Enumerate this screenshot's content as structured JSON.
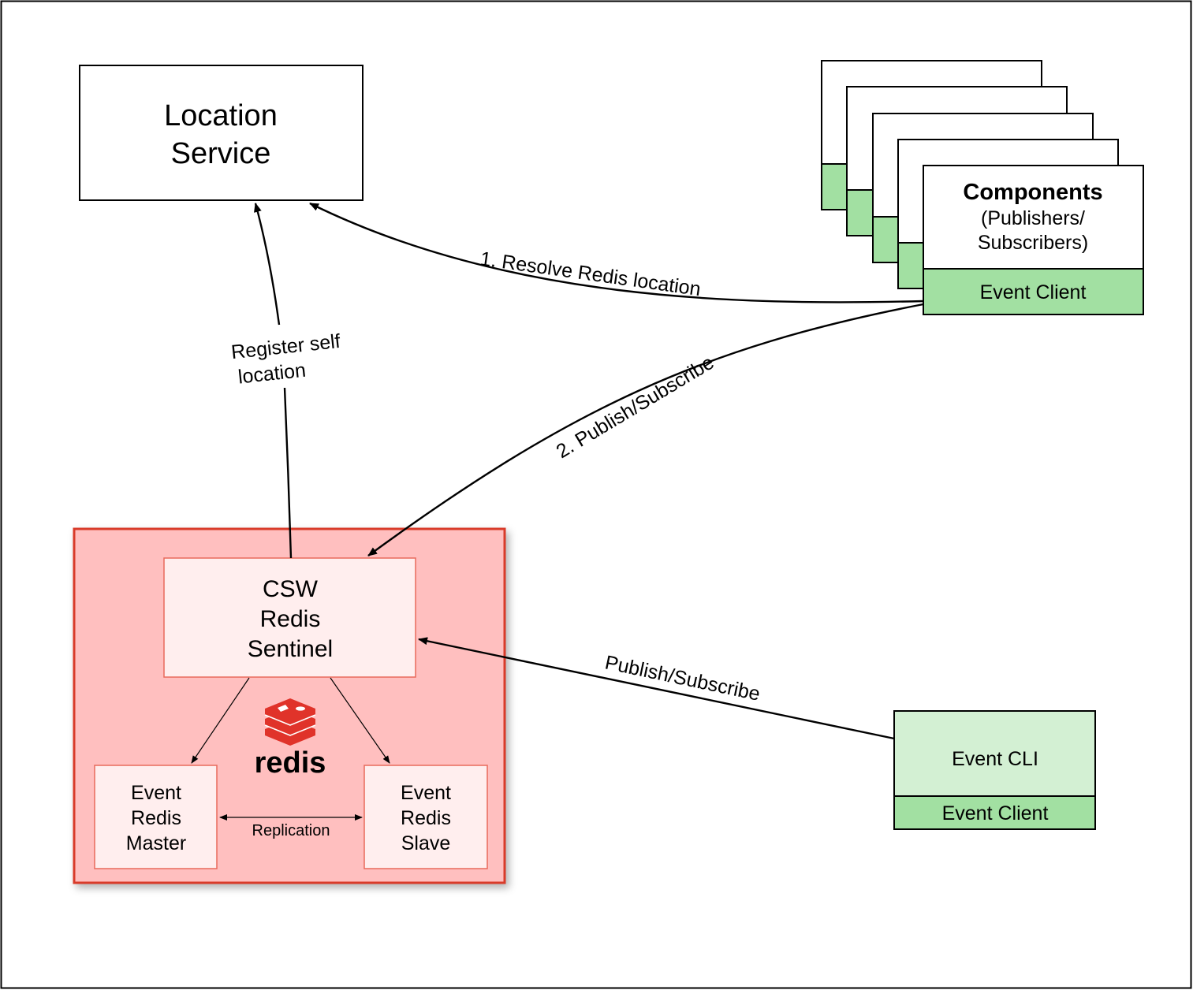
{
  "location_service": {
    "line1": "Location",
    "line2": "Service"
  },
  "components": {
    "title": "Components",
    "subtitle_line1": "(Publishers/",
    "subtitle_line2": "Subscribers)",
    "client_label": "Event Client"
  },
  "csw_cluster": {
    "sentinel_line1": "CSW",
    "sentinel_line2": "Redis",
    "sentinel_line3": "Sentinel",
    "master_line1": "Event",
    "master_line2": "Redis",
    "master_line3": "Master",
    "slave_line1": "Event",
    "slave_line2": "Redis",
    "slave_line3": "Slave",
    "replication_label": "Replication",
    "logo_text": "redis"
  },
  "event_cli": {
    "title": "Event CLI",
    "client_label": "Event Client"
  },
  "edges": {
    "resolve_label": "1. Resolve Redis location",
    "publish_subscribe_label": "2. Publish/Subscribe",
    "register_line1": "Register self",
    "register_line2": "location",
    "cli_publish_label": "Publish/Subscribe"
  },
  "colors": {
    "cluster_fill": "#ffbfbf",
    "cluster_border": "#d93a2b",
    "node_fill": "#ffeeee",
    "node_border": "#e86a5c",
    "client_green": "#a2e0a2",
    "cli_green": "#d3f0d3",
    "redis_red": "#e0332a"
  },
  "icons": {
    "logo": "redis-logo-icon"
  }
}
